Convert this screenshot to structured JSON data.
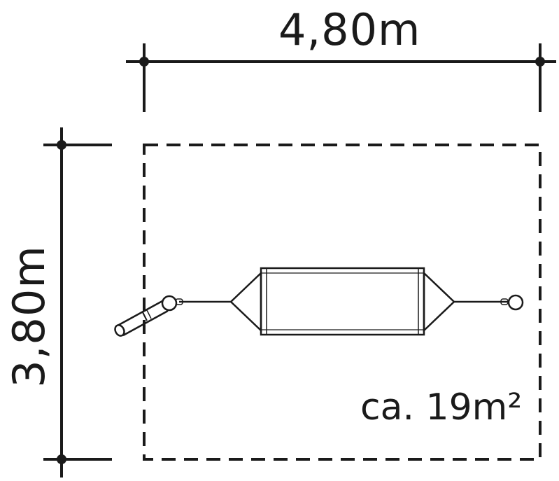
{
  "dimensions": {
    "width_label": "4,80m",
    "height_label": "3,80m",
    "area_label": "ca. 19m²"
  },
  "colors": {
    "line": "#1a1a1a",
    "background": "#ffffff"
  },
  "icons": {
    "equipment": "hammock-icon"
  }
}
